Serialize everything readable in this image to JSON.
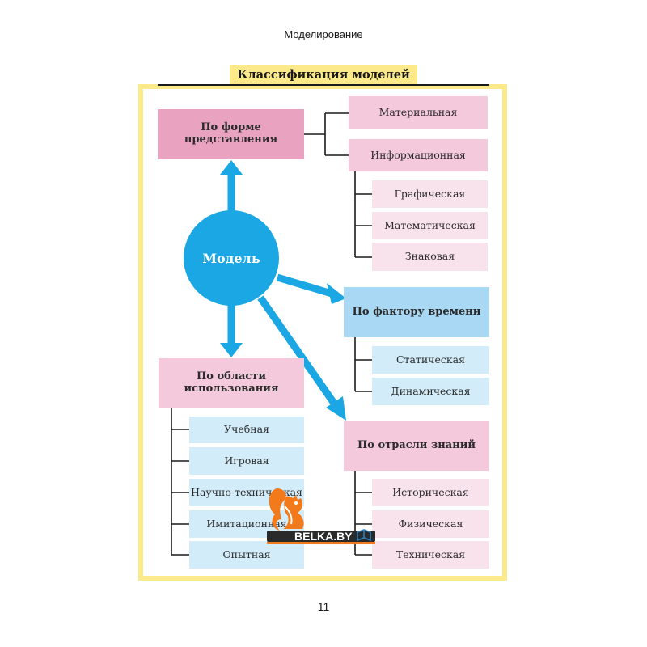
{
  "header": {
    "title": "Моделирование"
  },
  "page_number": "11",
  "diagram": {
    "title": "Классификация моделей",
    "center": "Модель",
    "form": {
      "label": "По форме представления",
      "children": [
        "Материальная",
        "Информационная"
      ],
      "info_children": [
        "Графическая",
        "Математическая",
        "Знаковая"
      ]
    },
    "time": {
      "label": "По фактору времени",
      "children": [
        "Статическая",
        "Динамическая"
      ]
    },
    "area": {
      "label": "По области использования",
      "children": [
        "Учебная",
        "Игровая",
        "Научно-техническая",
        "Имитационная",
        "Опытная"
      ]
    },
    "branch": {
      "label": "По отрасли знаний",
      "children": [
        "Историческая",
        "Физическая",
        "Техническая"
      ]
    }
  },
  "watermark": {
    "text": "BELKA.BY"
  },
  "colors": {
    "arrow": "#1aa7e3",
    "frame": "#fbe98a",
    "pink_dark": "#e9a3c1",
    "pink": "#f3c9db",
    "pink_light": "#f8e2ec",
    "blue": "#a8d8f4",
    "blue_light": "#d2ecf9",
    "watermark_orange": "#f27a1a"
  }
}
